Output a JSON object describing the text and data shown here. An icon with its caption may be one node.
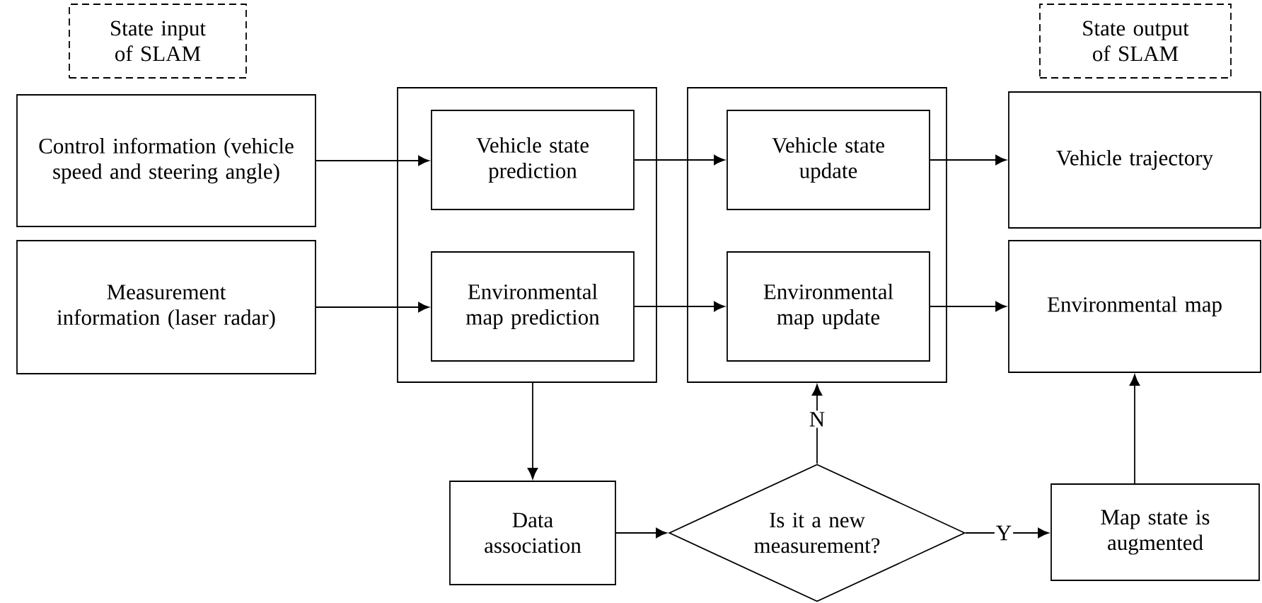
{
  "diagram": {
    "nodes": [
      {
        "text": [
          "State input of SLAM"
        ]
      },
      {
        "text": [
          "State output of SLAM"
        ]
      },
      {
        "text": [
          "Control information (vehicle speed and steering angle)"
        ]
      },
      {
        "text": [
          "Measurement information (laser radar)"
        ]
      },
      {
        "text": [],
        "shape": "box"
      },
      {
        "text": [
          "Vehicle state prediction"
        ],
        "in": 4
      },
      {
        "text": [
          "Environmental map prediction"
        ],
        "in": 4
      },
      {
        "text": [],
        "shape": "box"
      },
      {
        "text": [
          "Vehicle state update"
        ],
        "in": 7
      },
      {
        "text": [
          "Environmental map update"
        ],
        "in": 7
      },
      {
        "text": [
          "Vehicle trajectory"
        ]
      },
      {
        "text": [
          "Environmental map"
        ]
      },
      {
        "text": [
          "Data association"
        ]
      },
      {
        "text": [
          "Is it a new measurement?"
        ]
      },
      {
        "text": [
          "Map state is augmented"
        ]
      }
    ],
    "edges": [
      {
        "from": 2,
        "to": 5,
        "arrow": "to"
      },
      {
        "from": 3,
        "to": 6,
        "arrow": "to"
      },
      {
        "from": 5,
        "to": 8,
        "arrow": "to"
      },
      {
        "from": 6,
        "to": 9,
        "arrow": "to"
      },
      {
        "from": 8,
        "to": 10,
        "arrow": "to"
      },
      {
        "from": 9,
        "to": 11,
        "arrow": "to"
      },
      {
        "from": 4,
        "to": 12,
        "arrow": "to"
      },
      {
        "from": 12,
        "to": 13,
        "arrow": "to"
      },
      {
        "from": 13,
        "to": 7,
        "arrow": "to",
        "label": "N"
      },
      {
        "from": 13,
        "to": 14,
        "arrow": "to",
        "label": "Y"
      },
      {
        "from": 14,
        "to": 11,
        "arrow": "to"
      }
    ]
  }
}
